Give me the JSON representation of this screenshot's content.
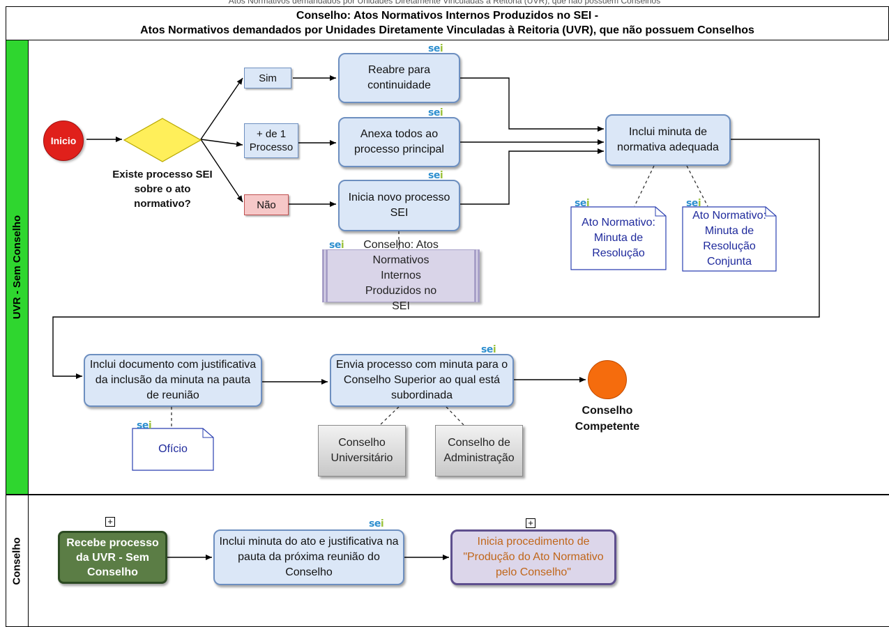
{
  "header": {
    "caption": "Atos Normativos demandados por Unidades Diretamente Vinculadas à Reitoria (UVR), que não possuem Conselhos",
    "title_line1": "Conselho: Atos Normativos Internos Produzidos no SEI -",
    "title_line2": "Atos Normativos demandados por Unidades Diretamente Vinculadas à Reitoria (UVR), que não possuem Conselhos"
  },
  "lanes": {
    "lane1": "UVR - Sem Conselho",
    "lane2": "Conselho"
  },
  "sei_logo": "sei",
  "colors": {
    "lane_green": "#2fd62f",
    "start_red": "#e0201b",
    "end_orange": "#f56c0d",
    "gateway_yellow": "#ffef5a",
    "task_blue": "#dbe7f7",
    "subprocess_green": "#5b7d45",
    "subprocess_purple": "#dcd6ea"
  },
  "start_event": "Inicio",
  "gateway": {
    "question": "Existe processo SEI sobre o ato normativo?"
  },
  "branches": {
    "sim": "Sim",
    "mais": "+ de 1 Processo",
    "nao": "Não"
  },
  "tasks": {
    "reabre": "Reabre para continuidade",
    "anexa": "Anexa todos ao processo principal",
    "inicia": "Inicia novo processo SEI",
    "inclui_minuta": "Inclui minuta de normativa adequada",
    "inclui_documento": "Inclui documento com justificativa da inclusão da minuta na pauta de reunião",
    "envia": "Envia processo com minuta para o Conselho Superior ao qual está subordinada"
  },
  "data_store": "Conselho: Atos Normativos Internos Produzidos no SEI",
  "documents": {
    "doc_resolucao": "Ato Normativo: Minuta de Resolução",
    "doc_conjunta": "Ato Normativo: Minuta de Resolução Conjunta",
    "oficio": "Ofício"
  },
  "systems": {
    "universitario": "Conselho Universitário",
    "administracao": "Conselho de Administração"
  },
  "end_event": "Conselho Competente",
  "conselho_lane": {
    "recebe": "Recebe processo da UVR - Sem Conselho",
    "inclui_pauta": "Inclui minuta do ato e justificativa na pauta da próxima reunião do Conselho",
    "inicia_proc": "Inicia procedimento de \"Produção do Ato Normativo pelo Conselho\"",
    "expand_marker": "+"
  }
}
